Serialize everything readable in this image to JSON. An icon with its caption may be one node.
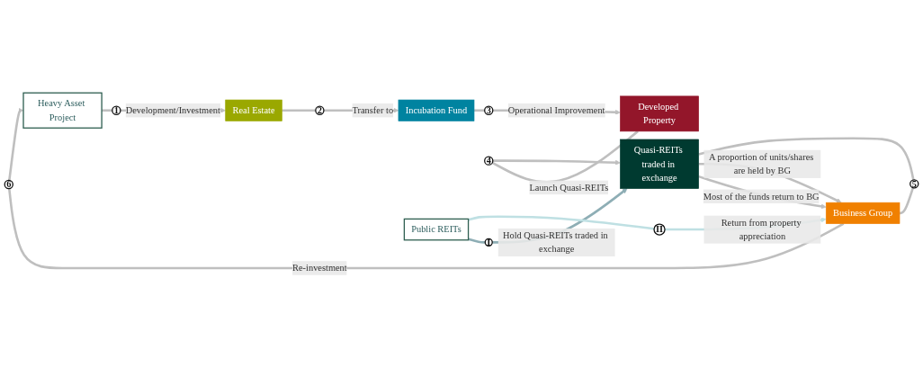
{
  "diagram": {
    "nodes": [
      {
        "text": [
          "Heavy Asset Project"
        ]
      },
      {
        "text": [
          "1"
        ]
      },
      {
        "text": [
          "Real Estate"
        ]
      },
      {
        "text": [
          "2"
        ]
      },
      {
        "text": [
          "Incubation Fund"
        ]
      },
      {
        "text": [
          "3"
        ]
      },
      {
        "text": [
          "Developed Property"
        ]
      },
      {
        "text": [
          "4"
        ]
      },
      {
        "text": [
          "Quasi-REITs traded in exchange"
        ]
      },
      {
        "text": [
          "5"
        ]
      },
      {
        "text": [
          "Business Group"
        ]
      },
      {
        "text": [
          "6"
        ]
      },
      {
        "text": [
          "Public REITs"
        ]
      },
      {
        "text": [
          "I"
        ]
      },
      {
        "text": [
          "II"
        ]
      }
    ],
    "edges": [
      {
        "from": 0,
        "to": 1,
        "arrow": "none"
      },
      {
        "from": 1,
        "to": 2,
        "arrow": "to",
        "label": "Development/Investment"
      },
      {
        "from": 2,
        "to": 3,
        "arrow": "none"
      },
      {
        "from": 3,
        "to": 4,
        "arrow": "to",
        "label": "Transfer to"
      },
      {
        "from": 4,
        "to": 5,
        "arrow": "none"
      },
      {
        "from": 5,
        "to": 6,
        "arrow": "to",
        "label": "Operational Improvement"
      },
      {
        "from": 6,
        "to": 7,
        "arrow": "none",
        "label": "Launch Quasi-REITs"
      },
      {
        "from": 7,
        "to": 8,
        "arrow": "to"
      },
      {
        "from": 8,
        "to": 10,
        "arrow": "to",
        "label": "Most of the funds return to BG"
      },
      {
        "from": 8,
        "to": 9,
        "arrow": "none"
      },
      {
        "from": 9,
        "to": 10,
        "arrow": "none"
      },
      {
        "from": 8,
        "to": 10,
        "arrow": "to",
        "label": "A proportion of units/shares are held by BG"
      },
      {
        "from": 10,
        "to": 11,
        "arrow": "none",
        "label": "Re-investment"
      },
      {
        "from": 11,
        "to": 0,
        "arrow": "to"
      },
      {
        "from": 12,
        "to": 13,
        "arrow": "none",
        "color": "#8eaeb5"
      },
      {
        "from": 13,
        "to": 8,
        "arrow": "to",
        "color": "#8eaeb5",
        "label": "Hold Quasi-REITs traded in exchange"
      },
      {
        "from": 12,
        "to": 14,
        "arrow": "none",
        "color": "#bfe0e3"
      },
      {
        "from": 14,
        "to": 10,
        "arrow": "to",
        "color": "#bfe0e3",
        "label": "Return from property appreciation"
      }
    ]
  }
}
